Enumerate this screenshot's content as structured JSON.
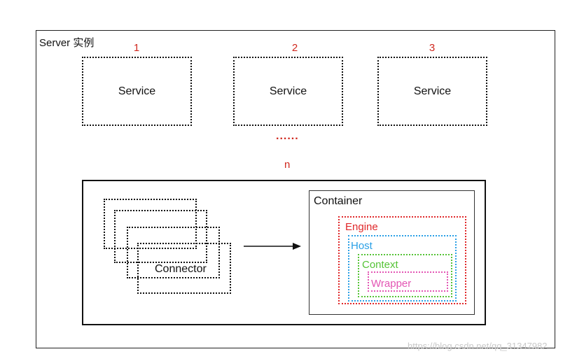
{
  "server": {
    "label": "Server 实例"
  },
  "services": [
    {
      "number": "1",
      "label": "Service"
    },
    {
      "number": "2",
      "label": "Service"
    },
    {
      "number": "3",
      "label": "Service"
    }
  ],
  "ellipsis": "......",
  "n_label": "n",
  "connector": {
    "label": "Connector"
  },
  "container": {
    "label": "Container",
    "engine": "Engine",
    "host": "Host",
    "context": "Context",
    "wrapper": "Wrapper"
  },
  "colors": {
    "red": "#d0281e",
    "engine": "#e0282a",
    "host": "#2aa0e6",
    "context": "#55c336",
    "wrapper": "#e356b4"
  },
  "watermark": "https://blog.csdn.net/qq_31347982"
}
